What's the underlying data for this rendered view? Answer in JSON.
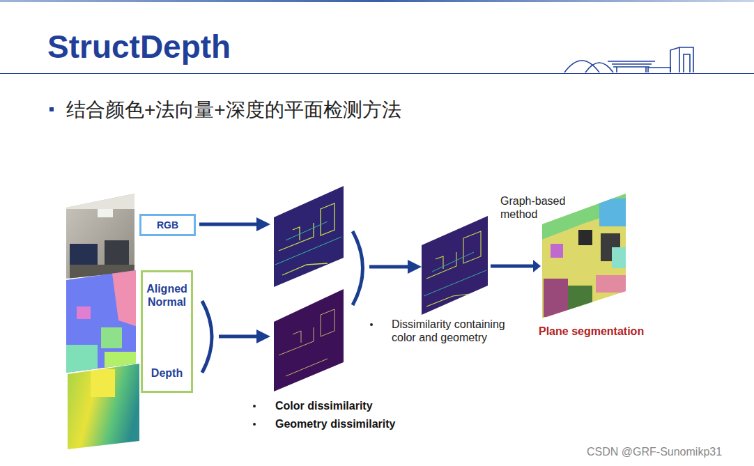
{
  "diagram": {
    "title": "StructDepth",
    "nodes": [
      {
        "text": [
          "RGB"
        ]
      },
      {
        "text": [
          "Aligned Normal",
          "Depth"
        ]
      },
      {
        "text": [
          "Dissimilarity containing color and geometry"
        ]
      },
      {
        "text": [
          "Plane segmentation"
        ]
      }
    ],
    "edges": [
      {
        "from": 2,
        "to": 3,
        "label": "Graph-based method",
        "arrow": "to"
      }
    ],
    "labels": [
      "结合颜色+法向量+深度的平面检测方法",
      "Color dissimilarity",
      "Geometry dissimilarity",
      "CSDN @GRF-Sunomikp31"
    ]
  }
}
